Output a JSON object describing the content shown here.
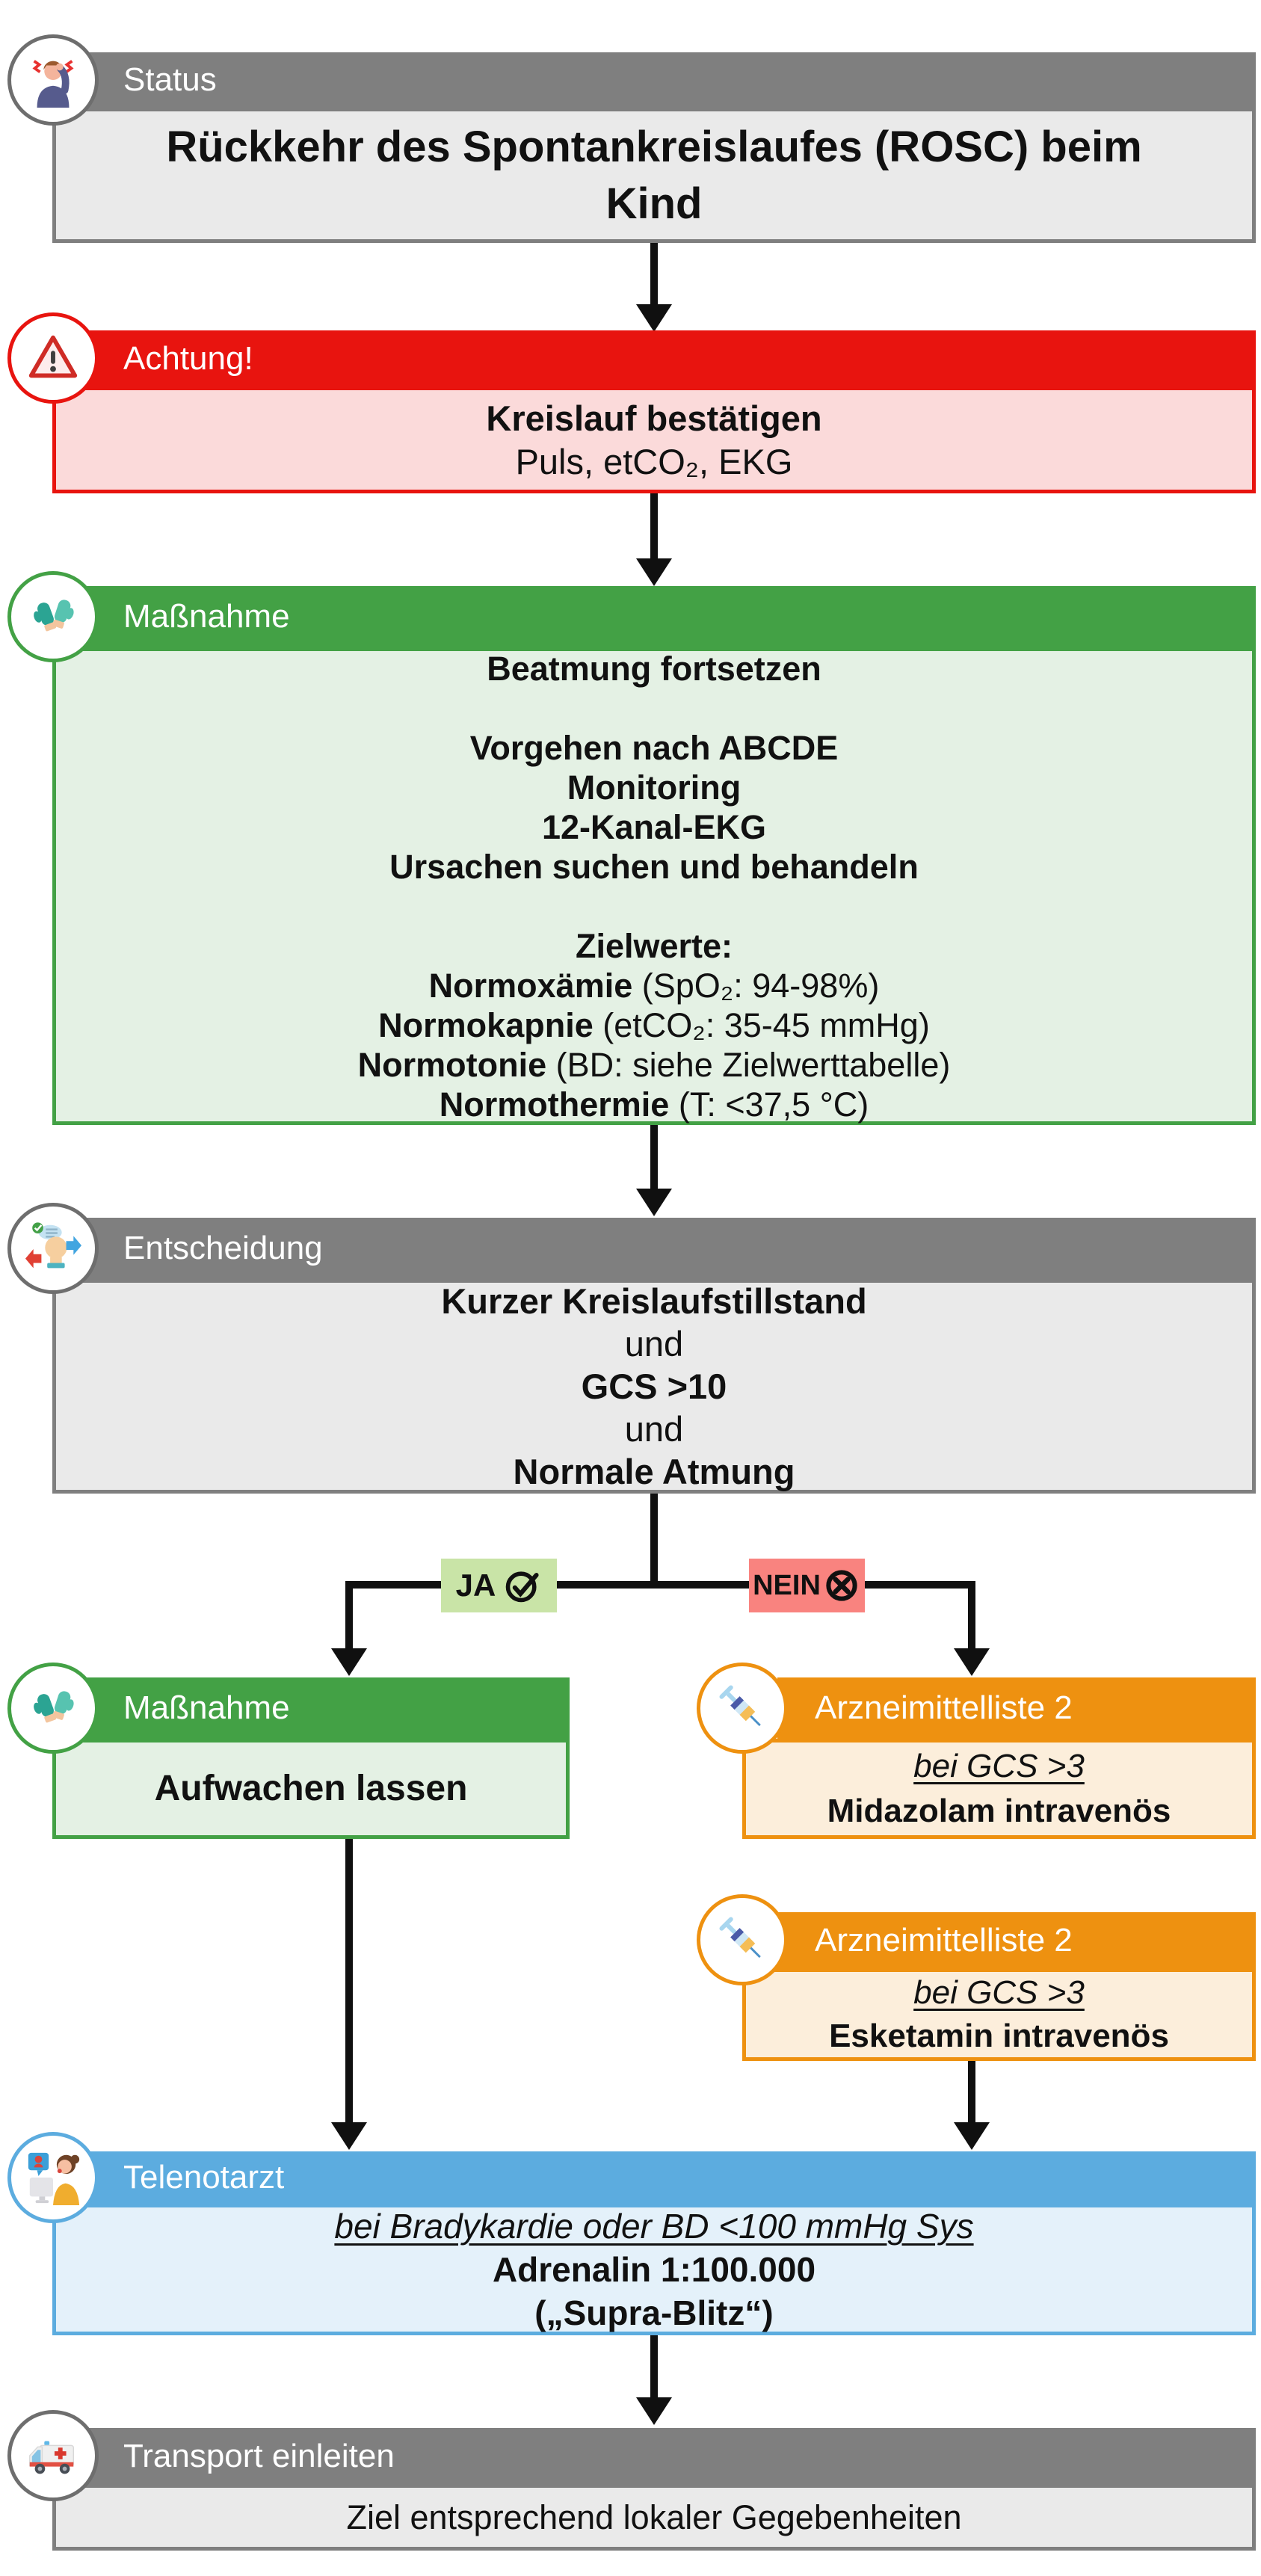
{
  "document": {
    "type": "emergency-medicine flowchart",
    "language": "de"
  },
  "colors": {
    "gray_header": "#7F7F7F",
    "gray_body": "#EAEAEA",
    "red_header": "#E8140F",
    "red_body": "#FBDADA",
    "green_header": "#43A145",
    "green_body": "#E4F1E4",
    "orange_header": "#EE9110",
    "orange_body": "#FCEEDB",
    "blue_header": "#5CACDF",
    "blue_body": "#E4F1FA",
    "ja_label_bg": "#C9E4A7",
    "nein_label_bg": "#F9837F",
    "connector": "#101010"
  },
  "nodes": {
    "status": {
      "header": "Status",
      "icon": "headache-person-icon",
      "lines": [
        {
          "bold": "Rückkehr des Spontankreislaufes (ROSC) beim Kind"
        }
      ]
    },
    "achtung": {
      "header": "Achtung!",
      "icon": "warning-triangle-icon",
      "lines": [
        {
          "bold": "Kreislauf bestätigen"
        },
        {
          "plain": "Puls, etCO₂, EKG"
        }
      ]
    },
    "massnahme": {
      "header": "Maßnahme",
      "icon": "gloves-icon",
      "lines": [
        {
          "bold": "Beatmung fortsetzen"
        },
        {
          "plain": ""
        },
        {
          "bold": "Vorgehen nach ABCDE"
        },
        {
          "bold": "Monitoring"
        },
        {
          "bold": "12-Kanal-EKG"
        },
        {
          "bold": "Ursachen suchen und behandeln"
        },
        {
          "plain": ""
        },
        {
          "bold": "Zielwerte:"
        },
        {
          "bold": "Normoxämie",
          "plain": " (SpO₂: 94-98%)"
        },
        {
          "bold": "Normokapnie",
          "plain": " (etCO₂: 35-45 mmHg)"
        },
        {
          "bold": "Normotonie",
          "plain": " (BD: siehe Zielwerttabelle)"
        },
        {
          "bold": "Normothermie",
          "plain": " (T: <37,5 °C)"
        }
      ]
    },
    "entscheidung": {
      "header": "Entscheidung",
      "icon": "decision-head-icon",
      "lines": [
        {
          "bold": "Kurzer Kreislaufstillstand"
        },
        {
          "plain": "und"
        },
        {
          "bold": "GCS >10"
        },
        {
          "plain": "und"
        },
        {
          "bold": "Normale Atmung"
        }
      ]
    },
    "ja_branch": {
      "label": "JA",
      "icon": "check-circle-icon"
    },
    "nein_branch": {
      "label": "NEIN",
      "icon": "x-circle-icon"
    },
    "massnahme2": {
      "header": "Maßnahme",
      "icon": "gloves-icon",
      "lines": [
        {
          "bold": "Aufwachen lassen"
        }
      ]
    },
    "arznei1": {
      "header": "Arzneimittelliste 2",
      "icon": "syringe-icon",
      "lines": [
        {
          "note": "bei GCS >3"
        },
        {
          "bold": "Midazolam intravenös"
        }
      ]
    },
    "arznei2": {
      "header": "Arzneimittelliste 2",
      "icon": "syringe-icon",
      "lines": [
        {
          "note": "bei GCS >3"
        },
        {
          "bold": "Esketamin intravenös"
        }
      ]
    },
    "telenotarzt": {
      "header": "Telenotarzt",
      "icon": "telemedicine-icon",
      "lines": [
        {
          "note": "bei Bradykardie oder BD <100 mmHg Sys"
        },
        {
          "bold": "Adrenalin 1:100.000"
        },
        {
          "bold": "(„Supra-Blitz“)"
        }
      ]
    },
    "transport": {
      "header": "Transport einleiten",
      "icon": "ambulance-icon",
      "lines": [
        {
          "plain": "Ziel entsprechend lokaler Gegebenheiten"
        }
      ]
    }
  }
}
